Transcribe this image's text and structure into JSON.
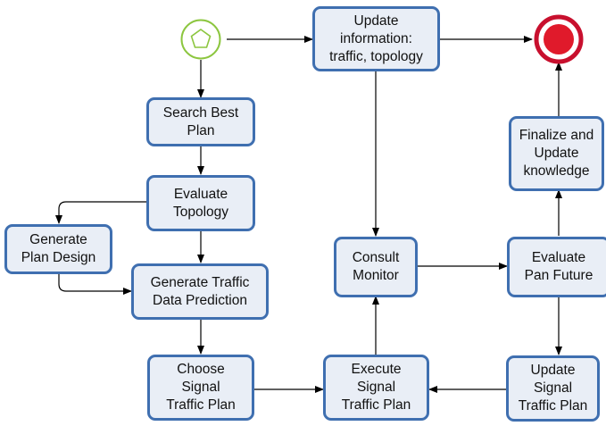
{
  "events": {
    "start": {
      "kind": "start",
      "stroke": "#8cc63f",
      "fill": "#ffffff"
    },
    "end": {
      "kind": "end",
      "stroke": "#c8102e",
      "fill": "#e01a2b"
    }
  },
  "colors": {
    "node_fill": "#e9eef6",
    "node_border": "#3f6fb0",
    "arrow": "#000000"
  },
  "nodes": {
    "update_information": "Update\ninformation:\ntraffic, topology",
    "search_best_plan": "Search Best\nPlan",
    "evaluate_topology": "Evaluate\nTopology",
    "generate_plan_design": "Generate\nPlan Design",
    "generate_traffic_data_prediction": "Generate Traffic\nData Prediction",
    "choose_signal_traffic_plan": "Choose\nSignal\nTraffic Plan",
    "execute_signal_traffic_plan": "Execute\nSignal\nTraffic Plan",
    "consult_monitor": "Consult\nMonitor",
    "evaluate_pan_future": "Evaluate\nPan Future",
    "finalize_update_knowledge": "Finalize and\nUpdate\nknowledge",
    "update_signal_traffic_plan": "Update\nSignal\nTraffic Plan"
  }
}
